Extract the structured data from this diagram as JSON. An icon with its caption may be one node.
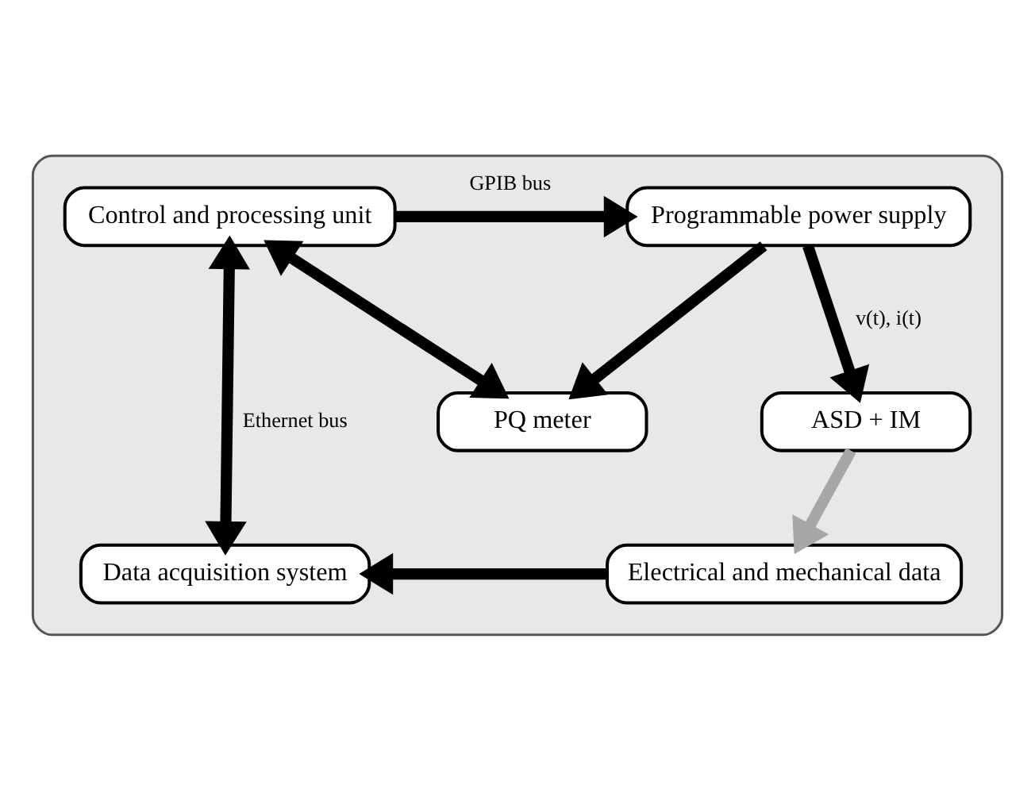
{
  "diagram": {
    "nodes": [
      {
        "text": [],
        "shape": "box"
      },
      {
        "text": [
          "Control and processing unit"
        ],
        "in": 0
      },
      {
        "text": [
          "Programmable power supply"
        ],
        "in": 0
      },
      {
        "text": [
          "PQ meter"
        ],
        "in": 0
      },
      {
        "text": [
          "ASD + IM"
        ],
        "in": 0
      },
      {
        "text": [
          "Electrical and mechanical data"
        ],
        "in": 0
      },
      {
        "text": [
          "Data acquisition system"
        ],
        "in": 0
      }
    ],
    "edges": [
      {
        "from": 1,
        "to": 2,
        "arrow": "to",
        "label": "GPIB bus"
      },
      {
        "from": 2,
        "to": 4,
        "arrow": "to",
        "label": "v(t), i(t)"
      },
      {
        "from": 2,
        "to": 3,
        "arrow": "to"
      },
      {
        "from": 1,
        "to": 3,
        "arrow": "both"
      },
      {
        "from": 1,
        "to": 6,
        "arrow": "both",
        "label": "Ethernet bus"
      },
      {
        "from": 4,
        "to": 5,
        "arrow": "to",
        "color": "#a6a6a6"
      },
      {
        "from": 5,
        "to": 6,
        "arrow": "to"
      }
    ]
  }
}
